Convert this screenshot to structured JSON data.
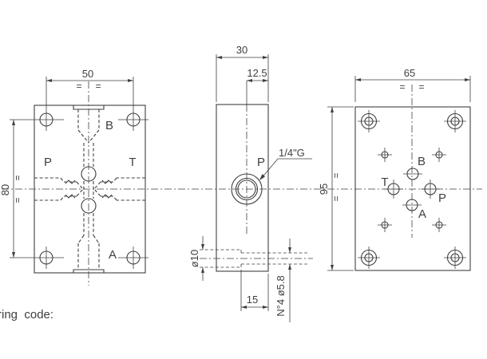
{
  "drawing": {
    "note_partial": "ring  code:",
    "symmetry_symbol": "=",
    "front_view": {
      "port_p": "P",
      "port_t": "T",
      "port_b": "B",
      "port_a": "A",
      "dim_hole_spacing_horizontal": "50",
      "dim_hole_spacing_vertical": "80"
    },
    "side_view": {
      "dim_thickness": "30",
      "dim_port_offset": "12.5",
      "port_p": "P",
      "port_thread": "1/4\"G",
      "dim_drill_diameter": "ø10",
      "dim_drill_depth": "15",
      "dim_mounting_holes": "N°4  ø5.8"
    },
    "back_view": {
      "port_p": "P",
      "port_t": "T",
      "port_b": "B",
      "port_a": "A",
      "dim_width": "65",
      "dim_height": "95"
    }
  },
  "colors": {
    "line": "#3f3f3f",
    "background": "#ffffff"
  }
}
